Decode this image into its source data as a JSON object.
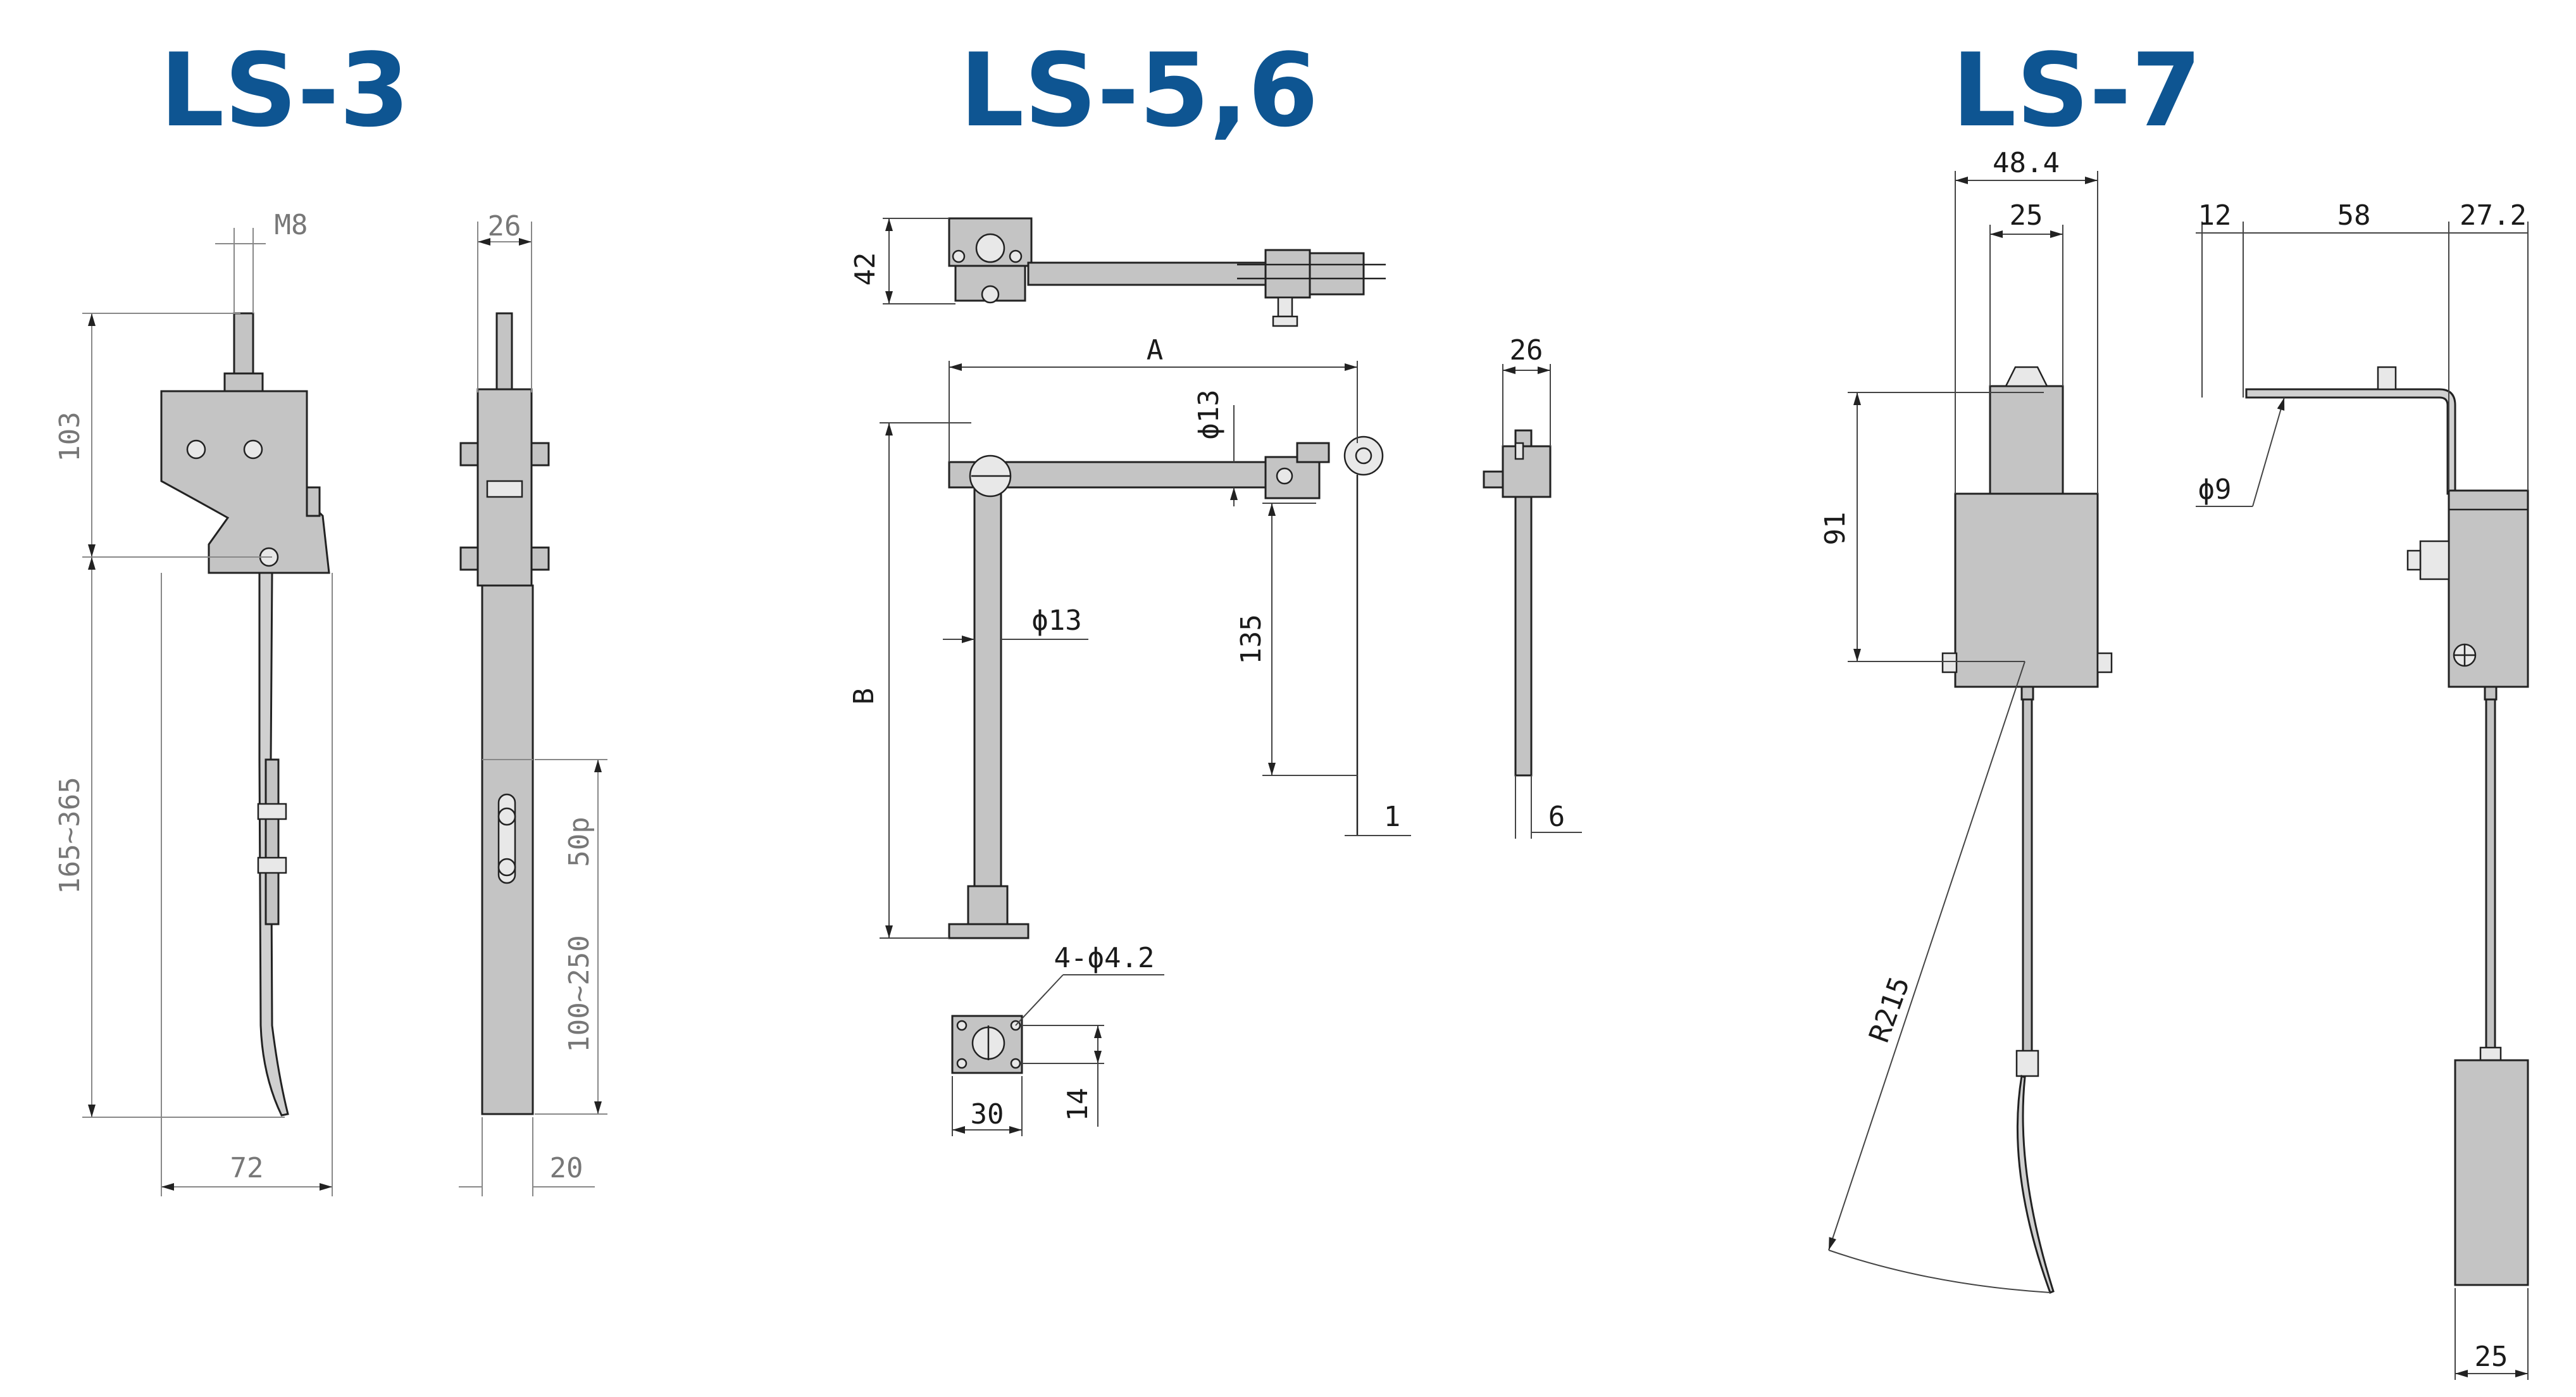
{
  "colors": {
    "title": "#0e5592",
    "part": "#c4c4c4",
    "line": "#222222",
    "background": "#ffffff"
  },
  "ls3": {
    "title": "LS-3",
    "dims": {
      "thread": "M8",
      "width_top": "26",
      "height_top": "103",
      "range_left": "165~365",
      "range_right": "100~250",
      "pitch": "50p",
      "width_bottom": "72",
      "thickness": "20"
    }
  },
  "ls56": {
    "title": "LS-5,6",
    "dims": {
      "height_top": "42",
      "A": "A",
      "B": "B",
      "dia_arm": "ϕ13",
      "dia_post": "ϕ13",
      "drop": "135",
      "wire": "1",
      "side_width": "26",
      "side_thick": "6",
      "holes": "4-ϕ4.2",
      "base_width": "30",
      "base_height": "14"
    }
  },
  "ls7": {
    "title": "LS-7",
    "dims": {
      "outer_width": "48.4",
      "inner_width": "25",
      "height": "91",
      "radius": "R215",
      "d12": "12",
      "d58": "58",
      "d272": "27.2",
      "dia": "ϕ9",
      "weight_width": "25"
    }
  }
}
